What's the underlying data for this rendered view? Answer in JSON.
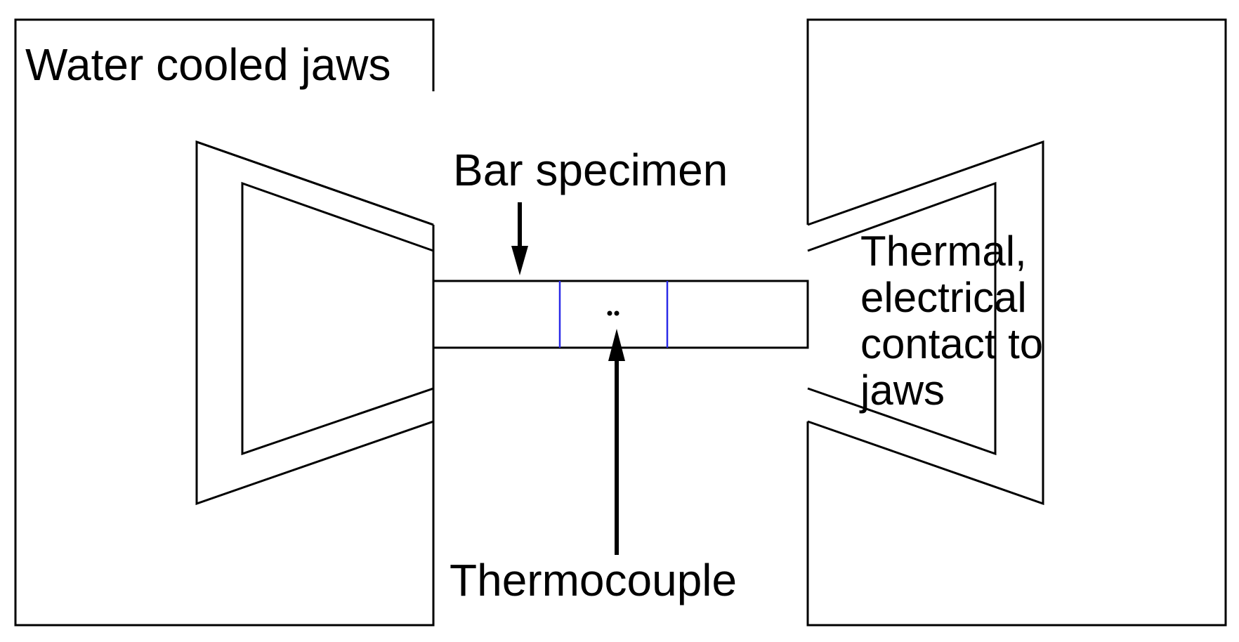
{
  "labels": {
    "jaws": "Water cooled jaws",
    "specimen": "Bar specimen",
    "thermocouple": "Thermocouple",
    "contact_line1": "Thermal,",
    "contact_line2": "electrical",
    "contact_line3": "contact to",
    "contact_line4": "jaws"
  },
  "colors": {
    "outline": "#000000",
    "gauge_markers": "#2a2ae8",
    "background": "#ffffff"
  }
}
